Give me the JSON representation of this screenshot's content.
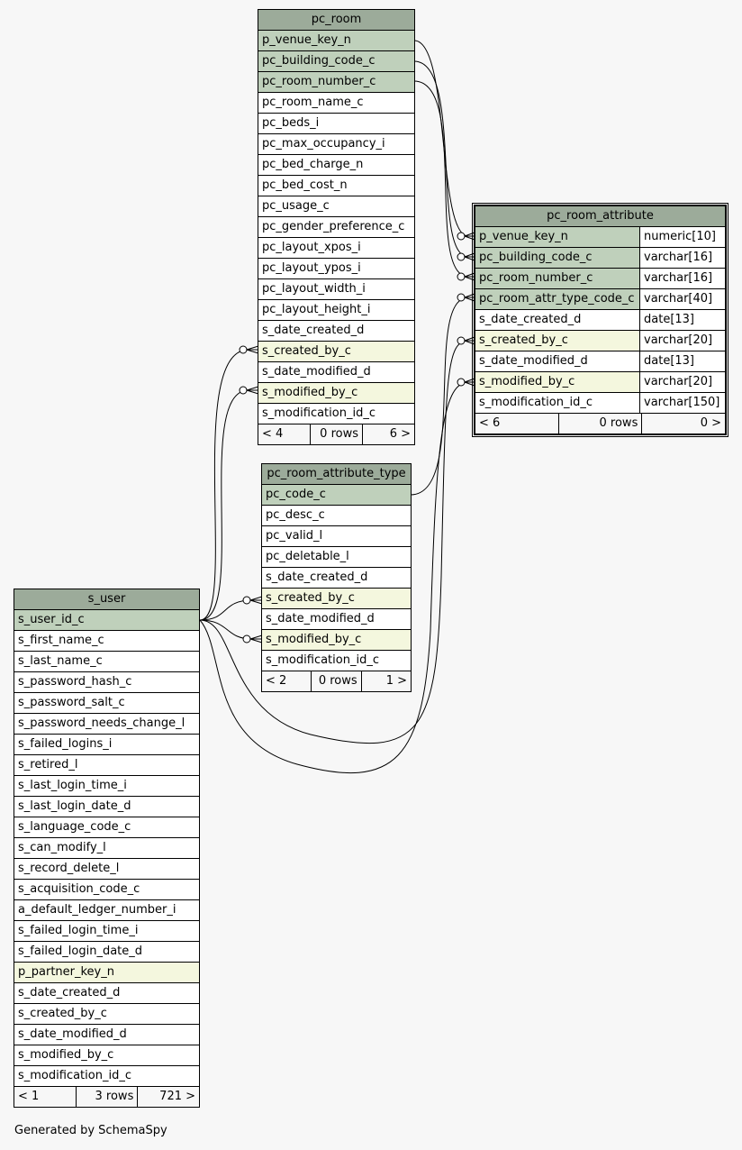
{
  "tables": {
    "pc_room": {
      "name": "pc_room",
      "columns": [
        {
          "name": "p_venue_key_n",
          "kind": "pk"
        },
        {
          "name": "pc_building_code_c",
          "kind": "pk"
        },
        {
          "name": "pc_room_number_c",
          "kind": "pk"
        },
        {
          "name": "pc_room_name_c",
          "kind": ""
        },
        {
          "name": "pc_beds_i",
          "kind": ""
        },
        {
          "name": "pc_max_occupancy_i",
          "kind": ""
        },
        {
          "name": "pc_bed_charge_n",
          "kind": ""
        },
        {
          "name": "pc_bed_cost_n",
          "kind": ""
        },
        {
          "name": "pc_usage_c",
          "kind": ""
        },
        {
          "name": "pc_gender_preference_c",
          "kind": ""
        },
        {
          "name": "pc_layout_xpos_i",
          "kind": ""
        },
        {
          "name": "pc_layout_ypos_i",
          "kind": ""
        },
        {
          "name": "pc_layout_width_i",
          "kind": ""
        },
        {
          "name": "pc_layout_height_i",
          "kind": ""
        },
        {
          "name": "s_date_created_d",
          "kind": ""
        },
        {
          "name": "s_created_by_c",
          "kind": "fk"
        },
        {
          "name": "s_date_modified_d",
          "kind": ""
        },
        {
          "name": "s_modified_by_c",
          "kind": "fk"
        },
        {
          "name": "s_modification_id_c",
          "kind": ""
        }
      ],
      "footer": {
        "parents": "< 4",
        "rows": "0 rows",
        "children": "6 >"
      }
    },
    "pc_room_attribute": {
      "name": "pc_room_attribute",
      "columns": [
        {
          "name": "p_venue_key_n",
          "type": "numeric[10]",
          "kind": "pk"
        },
        {
          "name": "pc_building_code_c",
          "type": "varchar[16]",
          "kind": "pk"
        },
        {
          "name": "pc_room_number_c",
          "type": "varchar[16]",
          "kind": "pk"
        },
        {
          "name": "pc_room_attr_type_code_c",
          "type": "varchar[40]",
          "kind": "pk"
        },
        {
          "name": "s_date_created_d",
          "type": "date[13]",
          "kind": ""
        },
        {
          "name": "s_created_by_c",
          "type": "varchar[20]",
          "kind": "fk"
        },
        {
          "name": "s_date_modified_d",
          "type": "date[13]",
          "kind": ""
        },
        {
          "name": "s_modified_by_c",
          "type": "varchar[20]",
          "kind": "fk"
        },
        {
          "name": "s_modification_id_c",
          "type": "varchar[150]",
          "kind": ""
        }
      ],
      "footer": {
        "parents": "< 6",
        "rows": "0 rows",
        "children": "0 >"
      }
    },
    "pc_room_attribute_type": {
      "name": "pc_room_attribute_type",
      "columns": [
        {
          "name": "pc_code_c",
          "kind": "pk"
        },
        {
          "name": "pc_desc_c",
          "kind": ""
        },
        {
          "name": "pc_valid_l",
          "kind": ""
        },
        {
          "name": "pc_deletable_l",
          "kind": ""
        },
        {
          "name": "s_date_created_d",
          "kind": ""
        },
        {
          "name": "s_created_by_c",
          "kind": "fk"
        },
        {
          "name": "s_date_modified_d",
          "kind": ""
        },
        {
          "name": "s_modified_by_c",
          "kind": "fk"
        },
        {
          "name": "s_modification_id_c",
          "kind": ""
        }
      ],
      "footer": {
        "parents": "< 2",
        "rows": "0 rows",
        "children": "1 >"
      }
    },
    "s_user": {
      "name": "s_user",
      "columns": [
        {
          "name": "s_user_id_c",
          "kind": "pk"
        },
        {
          "name": "s_first_name_c",
          "kind": ""
        },
        {
          "name": "s_last_name_c",
          "kind": ""
        },
        {
          "name": "s_password_hash_c",
          "kind": ""
        },
        {
          "name": "s_password_salt_c",
          "kind": ""
        },
        {
          "name": "s_password_needs_change_l",
          "kind": ""
        },
        {
          "name": "s_failed_logins_i",
          "kind": ""
        },
        {
          "name": "s_retired_l",
          "kind": ""
        },
        {
          "name": "s_last_login_time_i",
          "kind": ""
        },
        {
          "name": "s_last_login_date_d",
          "kind": ""
        },
        {
          "name": "s_language_code_c",
          "kind": ""
        },
        {
          "name": "s_can_modify_l",
          "kind": ""
        },
        {
          "name": "s_record_delete_l",
          "kind": ""
        },
        {
          "name": "s_acquisition_code_c",
          "kind": ""
        },
        {
          "name": "a_default_ledger_number_i",
          "kind": ""
        },
        {
          "name": "s_failed_login_time_i",
          "kind": ""
        },
        {
          "name": "s_failed_login_date_d",
          "kind": ""
        },
        {
          "name": "p_partner_key_n",
          "kind": "fk"
        },
        {
          "name": "s_date_created_d",
          "kind": ""
        },
        {
          "name": "s_created_by_c",
          "kind": ""
        },
        {
          "name": "s_date_modified_d",
          "kind": ""
        },
        {
          "name": "s_modified_by_c",
          "kind": ""
        },
        {
          "name": "s_modification_id_c",
          "kind": ""
        }
      ],
      "footer": {
        "parents": "< 1",
        "rows": "3 rows",
        "children": "721 >"
      }
    }
  },
  "relationships": [
    {
      "from": "pc_room.p_venue_key_n",
      "to": "pc_room_attribute.p_venue_key_n"
    },
    {
      "from": "pc_room.pc_building_code_c",
      "to": "pc_room_attribute.pc_building_code_c"
    },
    {
      "from": "pc_room.pc_room_number_c",
      "to": "pc_room_attribute.pc_room_number_c"
    },
    {
      "from": "pc_room_attribute_type.pc_code_c",
      "to": "pc_room_attribute.pc_room_attr_type_code_c"
    },
    {
      "from": "s_user.s_user_id_c",
      "to": "pc_room.s_created_by_c"
    },
    {
      "from": "s_user.s_user_id_c",
      "to": "pc_room.s_modified_by_c"
    },
    {
      "from": "s_user.s_user_id_c",
      "to": "pc_room_attribute_type.s_created_by_c"
    },
    {
      "from": "s_user.s_user_id_c",
      "to": "pc_room_attribute_type.s_modified_by_c"
    },
    {
      "from": "s_user.s_user_id_c",
      "to": "pc_room_attribute.s_created_by_c"
    },
    {
      "from": "s_user.s_user_id_c",
      "to": "pc_room_attribute.s_modified_by_c"
    }
  ],
  "colors": {
    "header": "#9cab9a",
    "primary_key": "#bfd0bb",
    "foreign_key": "#f4f7de",
    "background": "#f7f7f7"
  },
  "footer_text": "Generated by SchemaSpy"
}
